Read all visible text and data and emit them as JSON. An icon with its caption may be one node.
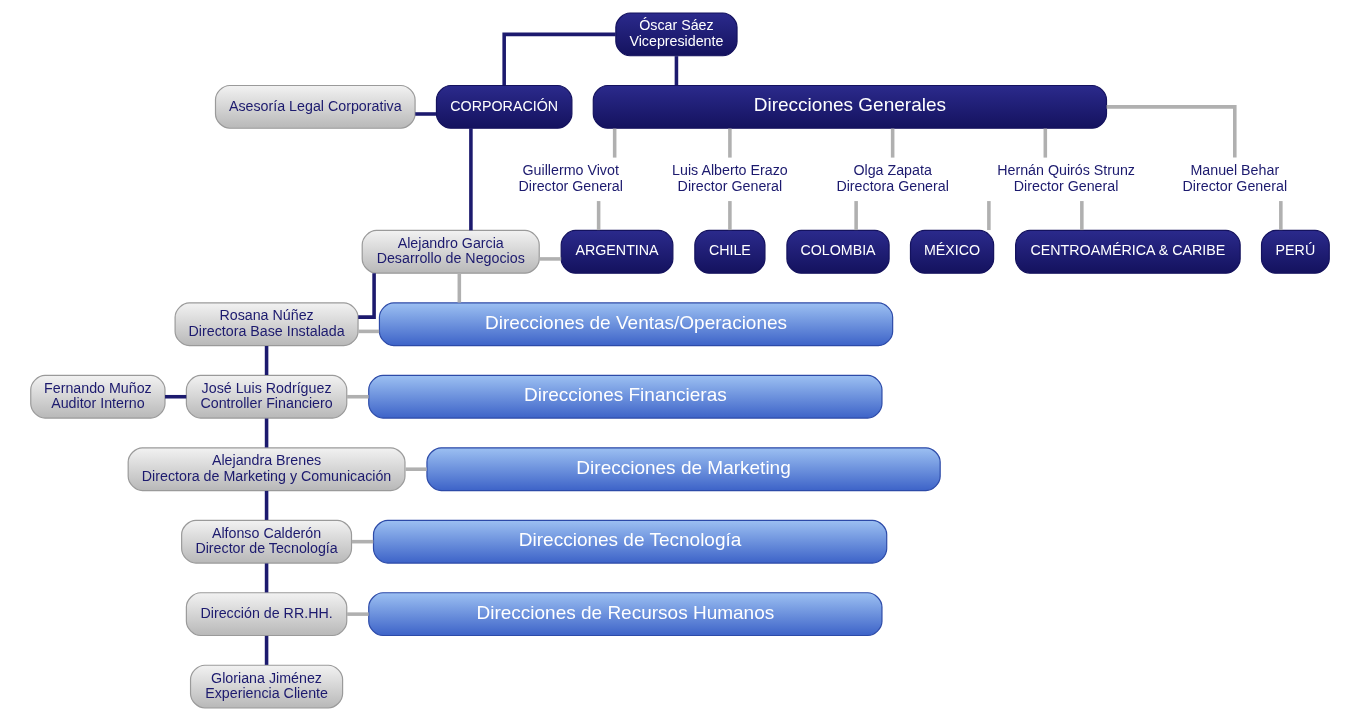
{
  "diagram": {
    "nodes": [
      {
        "text": [
          "Óscar Sáez",
          "Vicepresidente"
        ]
      },
      {
        "text": [
          "CORPORACIÓN"
        ]
      },
      {
        "text": [
          "Direcciones Generales"
        ]
      },
      {
        "text": [
          "Asesoría Legal Corporativa"
        ]
      },
      {
        "text": [
          "Alejandro Garcia",
          "Desarrollo de Negocios"
        ]
      },
      {
        "text": [
          "Rosana Núñez",
          "Directora Base Instalada"
        ]
      },
      {
        "text": [
          "Fernando Muñoz",
          "Auditor Interno"
        ]
      },
      {
        "text": [
          "José Luis Rodríguez",
          "Controller Financiero"
        ]
      },
      {
        "text": [
          "Alejandra Brenes",
          "Directora de Marketing y Comunicación"
        ]
      },
      {
        "text": [
          "Alfonso Calderón",
          "Director de Tecnología"
        ]
      },
      {
        "text": [
          "Dirección de RR.HH."
        ]
      },
      {
        "text": [
          "Gloriana Jiménez",
          "Experiencia Cliente"
        ]
      },
      {
        "text": [
          "Guillermo Vivot",
          "Director General"
        ]
      },
      {
        "text": [
          "Luis Alberto Erazo",
          "Director General"
        ]
      },
      {
        "text": [
          "Olga Zapata",
          "Directora General"
        ]
      },
      {
        "text": [
          "Hernán Quirós Strunz",
          "Director General"
        ]
      },
      {
        "text": [
          "Manuel Behar",
          "Director General"
        ]
      },
      {
        "text": [
          "ARGENTINA"
        ]
      },
      {
        "text": [
          "CHILE"
        ]
      },
      {
        "text": [
          "COLOMBIA"
        ]
      },
      {
        "text": [
          "MÉXICO"
        ]
      },
      {
        "text": [
          "CENTROAMÉRICA & CARIBE"
        ]
      },
      {
        "text": [
          "PERÚ"
        ]
      },
      {
        "text": [
          "Direcciones de Ventas/Operaciones"
        ]
      },
      {
        "text": [
          "Direcciones Financieras"
        ]
      },
      {
        "text": [
          "Direcciones de Marketing"
        ]
      },
      {
        "text": [
          "Direcciones de Tecnología"
        ]
      },
      {
        "text": [
          "Direcciones de Recursos Humanos"
        ]
      }
    ],
    "edges": [
      {
        "from": 0,
        "to": 1,
        "arrow": "none",
        "color": "#1c1a6e"
      },
      {
        "from": 0,
        "to": 2,
        "arrow": "none",
        "color": "#1c1a6e"
      },
      {
        "from": 3,
        "to": 1,
        "arrow": "none",
        "color": "#1c1a6e"
      },
      {
        "from": 1,
        "to": 4,
        "arrow": "none",
        "color": "#1c1a6e"
      },
      {
        "from": 4,
        "to": 5,
        "arrow": "none",
        "color": "#1c1a6e"
      },
      {
        "from": 5,
        "to": 7,
        "arrow": "none",
        "color": "#1c1a6e"
      },
      {
        "from": 6,
        "to": 7,
        "arrow": "none",
        "color": "#1c1a6e"
      },
      {
        "from": 7,
        "to": 8,
        "arrow": "none",
        "color": "#1c1a6e"
      },
      {
        "from": 8,
        "to": 9,
        "arrow": "none",
        "color": "#1c1a6e"
      },
      {
        "from": 9,
        "to": 10,
        "arrow": "none",
        "color": "#1c1a6e"
      },
      {
        "from": 10,
        "to": 11,
        "arrow": "none",
        "color": "#1c1a6e"
      },
      {
        "from": 4,
        "to": 17,
        "arrow": "none"
      },
      {
        "from": 4,
        "to": 23,
        "arrow": "none"
      },
      {
        "from": 5,
        "to": 23,
        "arrow": "none"
      },
      {
        "from": 7,
        "to": 24,
        "arrow": "none"
      },
      {
        "from": 8,
        "to": 25,
        "arrow": "none"
      },
      {
        "from": 9,
        "to": 26,
        "arrow": "none"
      },
      {
        "from": 10,
        "to": 27,
        "arrow": "none"
      },
      {
        "from": 2,
        "to": 12,
        "arrow": "none"
      },
      {
        "from": 2,
        "to": 13,
        "arrow": "none"
      },
      {
        "from": 2,
        "to": 14,
        "arrow": "none"
      },
      {
        "from": 2,
        "to": 15,
        "arrow": "none"
      },
      {
        "from": 2,
        "to": 16,
        "arrow": "none"
      },
      {
        "from": 12,
        "to": 17,
        "arrow": "none"
      },
      {
        "from": 13,
        "to": 18,
        "arrow": "none"
      },
      {
        "from": 14,
        "to": 19,
        "arrow": "none"
      },
      {
        "from": 15,
        "to": 20,
        "arrow": "none"
      },
      {
        "from": 15,
        "to": 21,
        "arrow": "none"
      },
      {
        "from": 16,
        "to": 22,
        "arrow": "none"
      }
    ]
  }
}
